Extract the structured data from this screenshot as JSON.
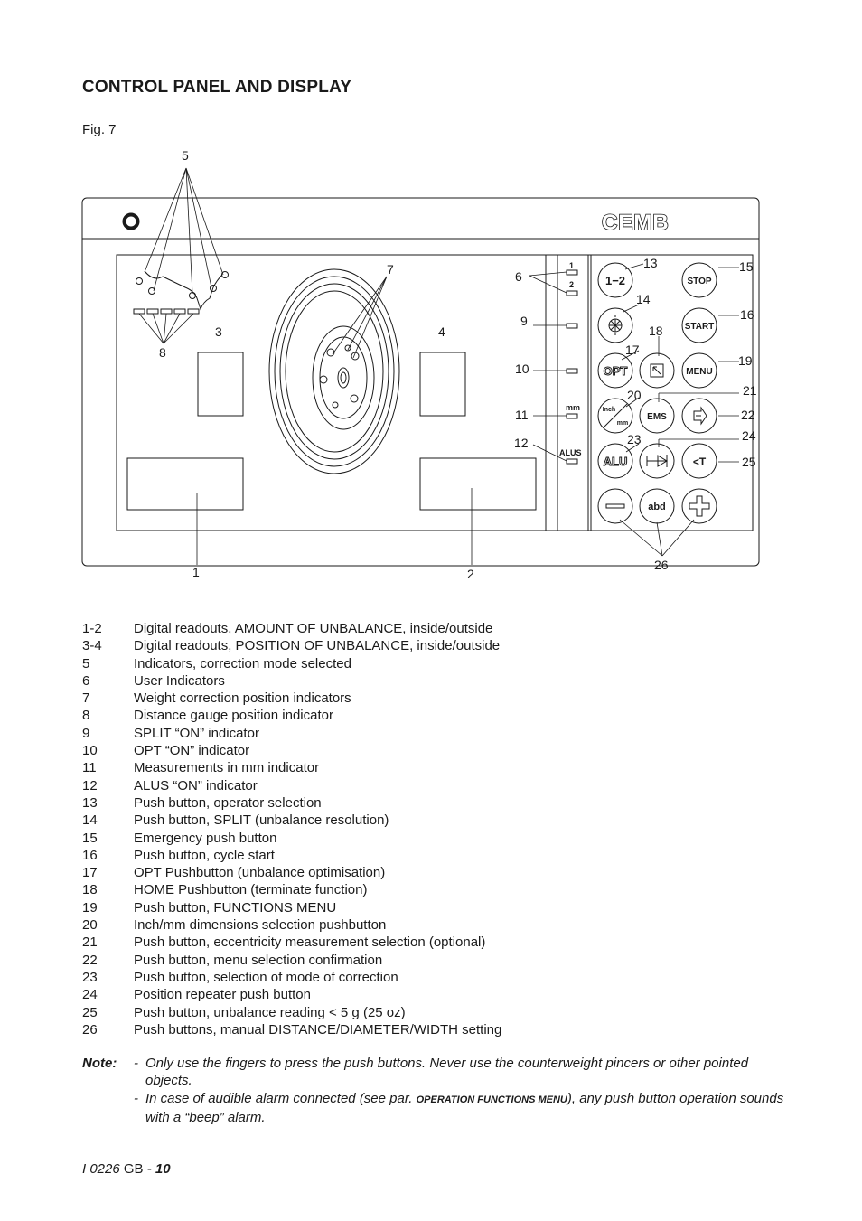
{
  "title": "CONTROL PANEL AND DISPLAY",
  "figure_label": "Fig. 7",
  "panel": {
    "brand": "CEMB",
    "user_indicators": [
      "1",
      "2"
    ],
    "mm_label": "mm",
    "alus_label": "ALUS",
    "buttons": {
      "operator": "1−2",
      "stop": "STOP",
      "start": "START",
      "opt": "OPT",
      "menu": "MENU",
      "inch_top": "Inch",
      "inch_bottom": "mm",
      "ems": "EMS",
      "alu": "ALU",
      "lt": "<T",
      "abd": "abd"
    }
  },
  "callouts": {
    "c1": "1",
    "c2": "2",
    "c3": "3",
    "c4": "4",
    "c5": "5",
    "c6": "6",
    "c7": "7",
    "c8": "8",
    "c9": "9",
    "c10": "10",
    "c11": "11",
    "c12": "12",
    "c13": "13",
    "c14": "14",
    "c15": "15",
    "c16": "16",
    "c17": "17",
    "c18": "18",
    "c19": "19",
    "c20": "20",
    "c21": "21",
    "c22": "22",
    "c23": "23",
    "c24": "24",
    "c25": "25",
    "c26": "26"
  },
  "legend": [
    {
      "num": "1-2",
      "text": "Digital readouts, AMOUNT OF UNBALANCE, inside/outside"
    },
    {
      "num": "3-4",
      "text": "Digital readouts, POSITION  OF UNBALANCE, inside/outside"
    },
    {
      "num": "5",
      "text": "Indicators, correction mode selected"
    },
    {
      "num": "6",
      "text": "User Indicators"
    },
    {
      "num": "7",
      "text": "Weight correction position indicators"
    },
    {
      "num": "8",
      "text": "Distance gauge position indicator"
    },
    {
      "num": "9",
      "text": "SPLIT “ON” indicator"
    },
    {
      "num": "10",
      "text": "OPT “ON” indicator"
    },
    {
      "num": "11",
      "text": "Measurements in mm indicator"
    },
    {
      "num": "12",
      "text": "ALUS “ON” indicator"
    },
    {
      "num": "13",
      "text": "Push button, operator selection"
    },
    {
      "num": "14",
      "text": "Push button, SPLIT (unbalance resolution)"
    },
    {
      "num": "15",
      "text": "Emergency push button"
    },
    {
      "num": "16",
      "text": "Push button, cycle start"
    },
    {
      "num": "17",
      "text": "OPT Pushbutton (unbalance optimisation)"
    },
    {
      "num": "18",
      "text": "HOME Pushbutton (terminate function)"
    },
    {
      "num": "19",
      "text": "Push button, FUNCTIONS MENU"
    },
    {
      "num": "20",
      "text": "Inch/mm dimensions selection pushbutton"
    },
    {
      "num": "21",
      "text": "Push button, eccentricity measurement selection (optional)"
    },
    {
      "num": "22",
      "text": "Push button, menu selection confirmation"
    },
    {
      "num": "23",
      "text": "Push button, selection of mode of correction"
    },
    {
      "num": "24",
      "text": "Position repeater push button"
    },
    {
      "num": "25",
      "text": "Push button, unbalance reading < 5 g (25 oz)"
    },
    {
      "num": "26",
      "text": "Push buttons, manual DISTANCE/DIAMETER/WIDTH setting"
    }
  ],
  "note": {
    "label": "Note:",
    "item1_dash": "-",
    "item1": "Only use the fingers to press the push buttons. Never use the counterweight pincers or other pointed objects.",
    "item2_dash": "-",
    "item2_pre": "In case of audible alarm connected (see par.",
    "item2_ref": "OPERATION FUNCTIONS MENU",
    "item2_post": "), any push button operation sounds with a “beep” alarm."
  },
  "footer": {
    "code": "I 0226",
    "lang": "GB",
    "sep": " - ",
    "page": "10"
  }
}
